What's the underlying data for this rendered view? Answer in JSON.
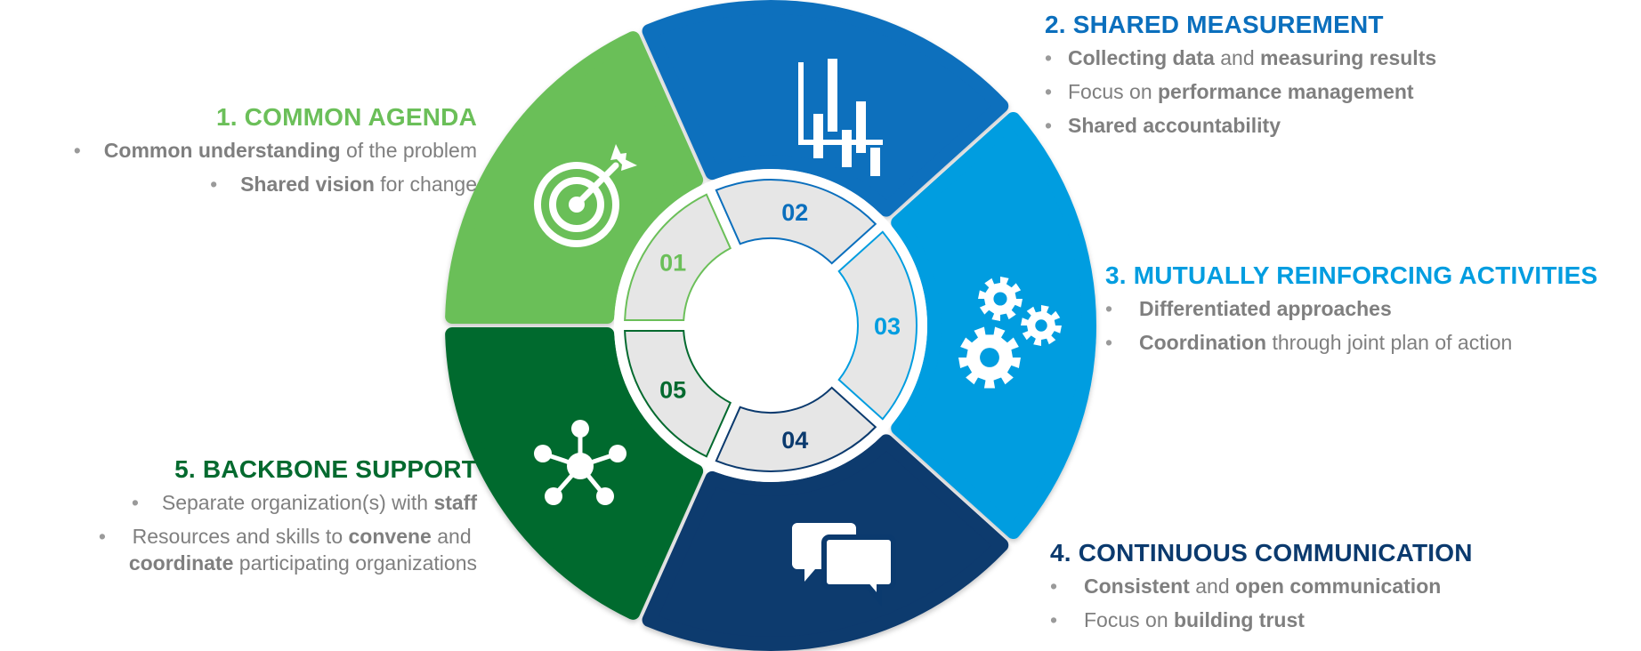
{
  "colors": {
    "common_agenda": "#6bbf59",
    "shared_measurement": "#0b6fbd",
    "mutually_reinforcing": "#009de0",
    "continuous_communication": "#0b3a6e",
    "backbone_support": "#046a2f",
    "inner_fill": "#e6e6e6",
    "text_gray": "#7f7f7f"
  },
  "icons": {
    "common_agenda": "target-icon",
    "shared_measurement": "bar-chart-icon",
    "mutually_reinforcing": "gears-icon",
    "continuous_communication": "chat-bubbles-icon",
    "backbone_support": "network-hub-icon"
  },
  "inner_numbers": [
    "01",
    "02",
    "03",
    "04",
    "05"
  ],
  "sections": {
    "common_agenda": {
      "title": "1. COMMON AGENDA",
      "bullets": [
        {
          "bold": "Common understanding",
          "rest": " of the problem"
        },
        {
          "bold": "Shared vision",
          "rest": " for change"
        }
      ]
    },
    "shared_measurement": {
      "title": "2. SHARED MEASUREMENT",
      "bullets": [
        {
          "b1": "Collecting data",
          "mid": " and ",
          "b2": "measuring results"
        },
        {
          "pre": "Focus on ",
          "bold": "performance management"
        },
        {
          "bold": "Shared accountability"
        }
      ]
    },
    "mutually_reinforcing": {
      "title": "3. MUTUALLY REINFORCING ACTIVITIES",
      "bullets": [
        {
          "bold": "Differentiated approaches"
        },
        {
          "bold": "Coordination",
          "rest": " through joint plan of action"
        }
      ]
    },
    "continuous_communication": {
      "title": "4. CONTINUOUS COMMUNICATION",
      "bullets": [
        {
          "b1": "Consistent",
          "mid": " and ",
          "b2": "open communication"
        },
        {
          "pre": "Focus on ",
          "bold": "building trust"
        }
      ]
    },
    "backbone_support": {
      "title": "5. BACKBONE SUPPORT",
      "bullets": [
        {
          "pre": "Separate organization(s) with ",
          "bold": "staff"
        },
        {
          "pre": "Resources and skills to ",
          "b1": "convene",
          "mid": " and ",
          "b2": "coordinate",
          "rest": " participating organizations"
        }
      ]
    }
  }
}
